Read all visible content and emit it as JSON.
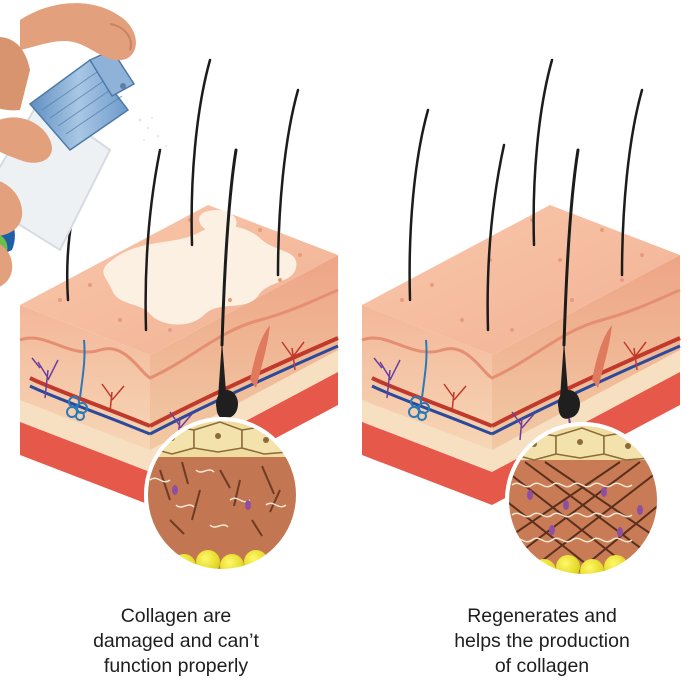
{
  "panels": [
    {
      "id": "damaged",
      "caption_lines": [
        "Collagen are",
        "damaged and can’t",
        "function properly"
      ]
    },
    {
      "id": "healthy",
      "caption_lines": [
        "Regenerates and",
        "helps the production",
        "of collagen"
      ]
    }
  ],
  "colors": {
    "skin_top": "#f7c3a6",
    "skin_front": "#f3b79a",
    "dermis": "#f4d3b3",
    "damage_patch": "#fbf1e4",
    "hair": "#1c1c1c",
    "blood_red": "#c0392b",
    "vein_blue": "#2b4a9b",
    "fat_yellow": "#e8e01c",
    "collagen_bg": "#c87b55",
    "bottle_cap": "#7ea7cf",
    "bottle_body": "#f2f4f6",
    "hand": "#e2a07c"
  },
  "icons": [
    "spray-bottle-icon",
    "hand-icon"
  ]
}
